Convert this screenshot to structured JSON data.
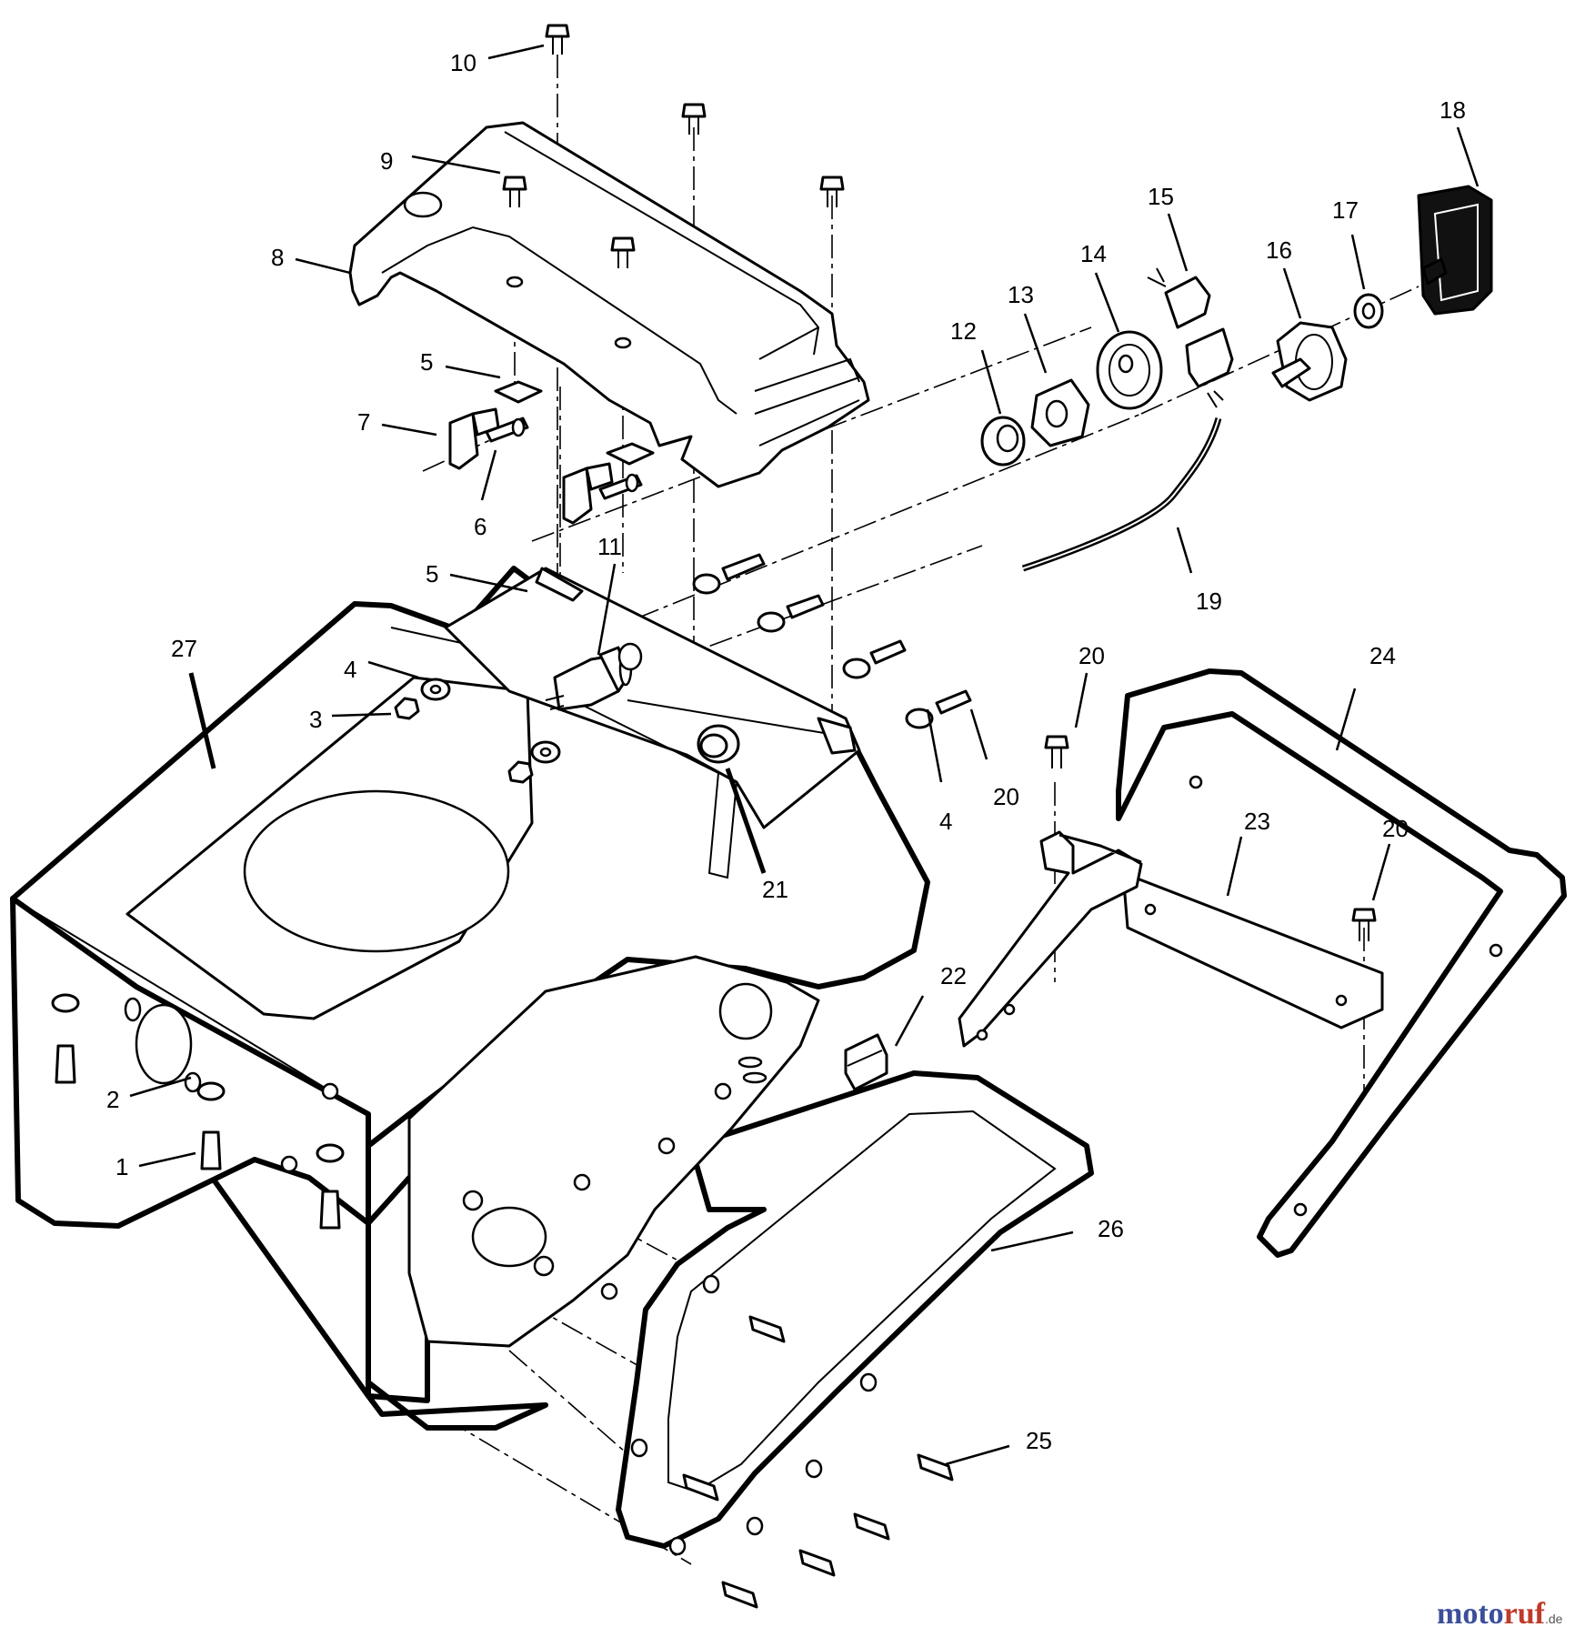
{
  "diagram": {
    "callouts": [
      {
        "id": "1",
        "text": "1"
      },
      {
        "id": "2",
        "text": "2"
      },
      {
        "id": "3",
        "text": "3"
      },
      {
        "id": "4a",
        "text": "4"
      },
      {
        "id": "4b",
        "text": "4"
      },
      {
        "id": "5a",
        "text": "5"
      },
      {
        "id": "5b",
        "text": "5"
      },
      {
        "id": "6",
        "text": "6"
      },
      {
        "id": "7",
        "text": "7"
      },
      {
        "id": "8",
        "text": "8"
      },
      {
        "id": "9",
        "text": "9"
      },
      {
        "id": "10",
        "text": "10"
      },
      {
        "id": "11",
        "text": "11"
      },
      {
        "id": "12",
        "text": "12"
      },
      {
        "id": "13",
        "text": "13"
      },
      {
        "id": "14",
        "text": "14"
      },
      {
        "id": "15",
        "text": "15"
      },
      {
        "id": "16",
        "text": "16"
      },
      {
        "id": "17",
        "text": "17"
      },
      {
        "id": "18",
        "text": "18"
      },
      {
        "id": "19",
        "text": "19"
      },
      {
        "id": "20a",
        "text": "20"
      },
      {
        "id": "20b",
        "text": "20"
      },
      {
        "id": "20c",
        "text": "20"
      },
      {
        "id": "21",
        "text": "21"
      },
      {
        "id": "22",
        "text": "22"
      },
      {
        "id": "23",
        "text": "23"
      },
      {
        "id": "24",
        "text": "24"
      },
      {
        "id": "25",
        "text": "25"
      },
      {
        "id": "26",
        "text": "26"
      },
      {
        "id": "27",
        "text": "27"
      }
    ]
  },
  "watermark": {
    "part1": "moto",
    "part2": "ruf",
    "suffix": ".de"
  }
}
